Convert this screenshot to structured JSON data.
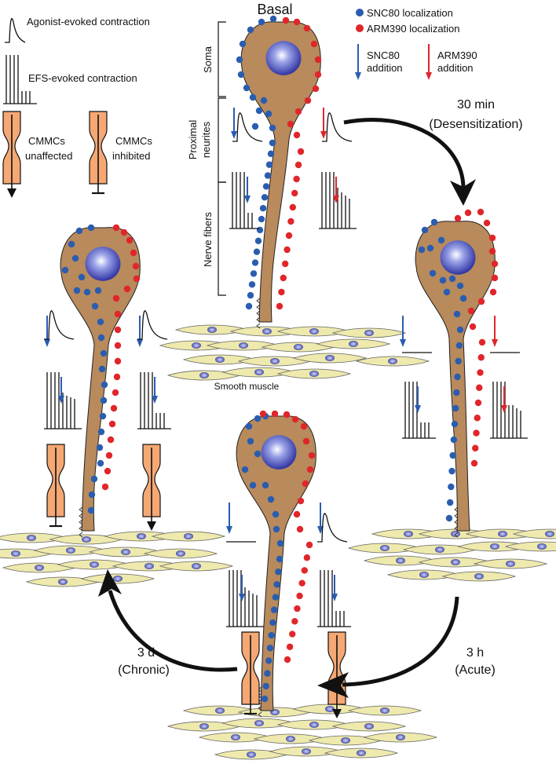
{
  "legend": {
    "agonist": "Agonist-evoked contraction",
    "efs": "EFS-evoked contraction",
    "cmmc_unaffected": [
      "CMMCs",
      "unaffected"
    ],
    "cmmc_inhibited": [
      "CMMCs",
      "inhibited"
    ],
    "snc80_loc": "SNC80 localization",
    "arm390_loc": "ARM390 localization",
    "snc80_add": [
      "SNC80",
      "addition"
    ],
    "arm390_add": [
      "ARM390",
      "addition"
    ]
  },
  "labels": {
    "basal": "Basal",
    "soma": "Soma",
    "proximal": [
      "Proximal",
      "neurites"
    ],
    "nerve": "Nerve fibers",
    "smooth_muscle": "Smooth muscle"
  },
  "transitions": {
    "desens": [
      "30 min",
      "(Desensitization)"
    ],
    "acute": [
      "3 h",
      "(Acute)"
    ],
    "chronic": [
      "3 d",
      "(Chronic)"
    ]
  },
  "colors": {
    "snc80": "#2a5db0",
    "arm390": "#e0262b",
    "neuron": "#b88a5c",
    "nucleus": "#2a2f9e",
    "muscle": "#eee9ad",
    "cmmc": "#f5a874"
  }
}
